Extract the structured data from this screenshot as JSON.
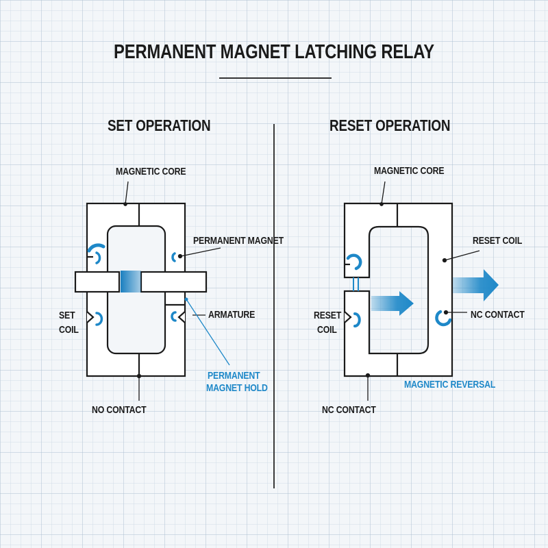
{
  "title": "PERMANENT MAGNET LATCHING RELAY",
  "colors": {
    "accent": "#1e88c8",
    "ink": "#1a1a1a",
    "grid": "#dbe3ec",
    "background": "#f3f6f9"
  },
  "set_panel": {
    "heading": "SET OPERATION",
    "labels": {
      "magnetic_core": "MAGNETIC CORE",
      "permanent_magnet": "PERMANENT MAGNET",
      "armature": "ARMATURE",
      "set_coil_line1": "SET",
      "set_coil_line2": "COIL",
      "permanent_magnet_hold_line1": "PERMANENT",
      "permanent_magnet_hold_line2": "MAGNET HOLD",
      "no_contact": "NO CONTACT"
    }
  },
  "reset_panel": {
    "heading": "RESET OPERATION",
    "labels": {
      "magnetic_core": "MAGNETIC CORE",
      "reset_coil": "RESET COIL",
      "reset_coil_line1": "RESET",
      "reset_coil_line2": "COIL",
      "nc_contact_right": "NC CONTACT",
      "nc_contact_bottom": "NC CONTACT",
      "magnetic_reversal": "MAGNETIC REVERSAL"
    }
  }
}
